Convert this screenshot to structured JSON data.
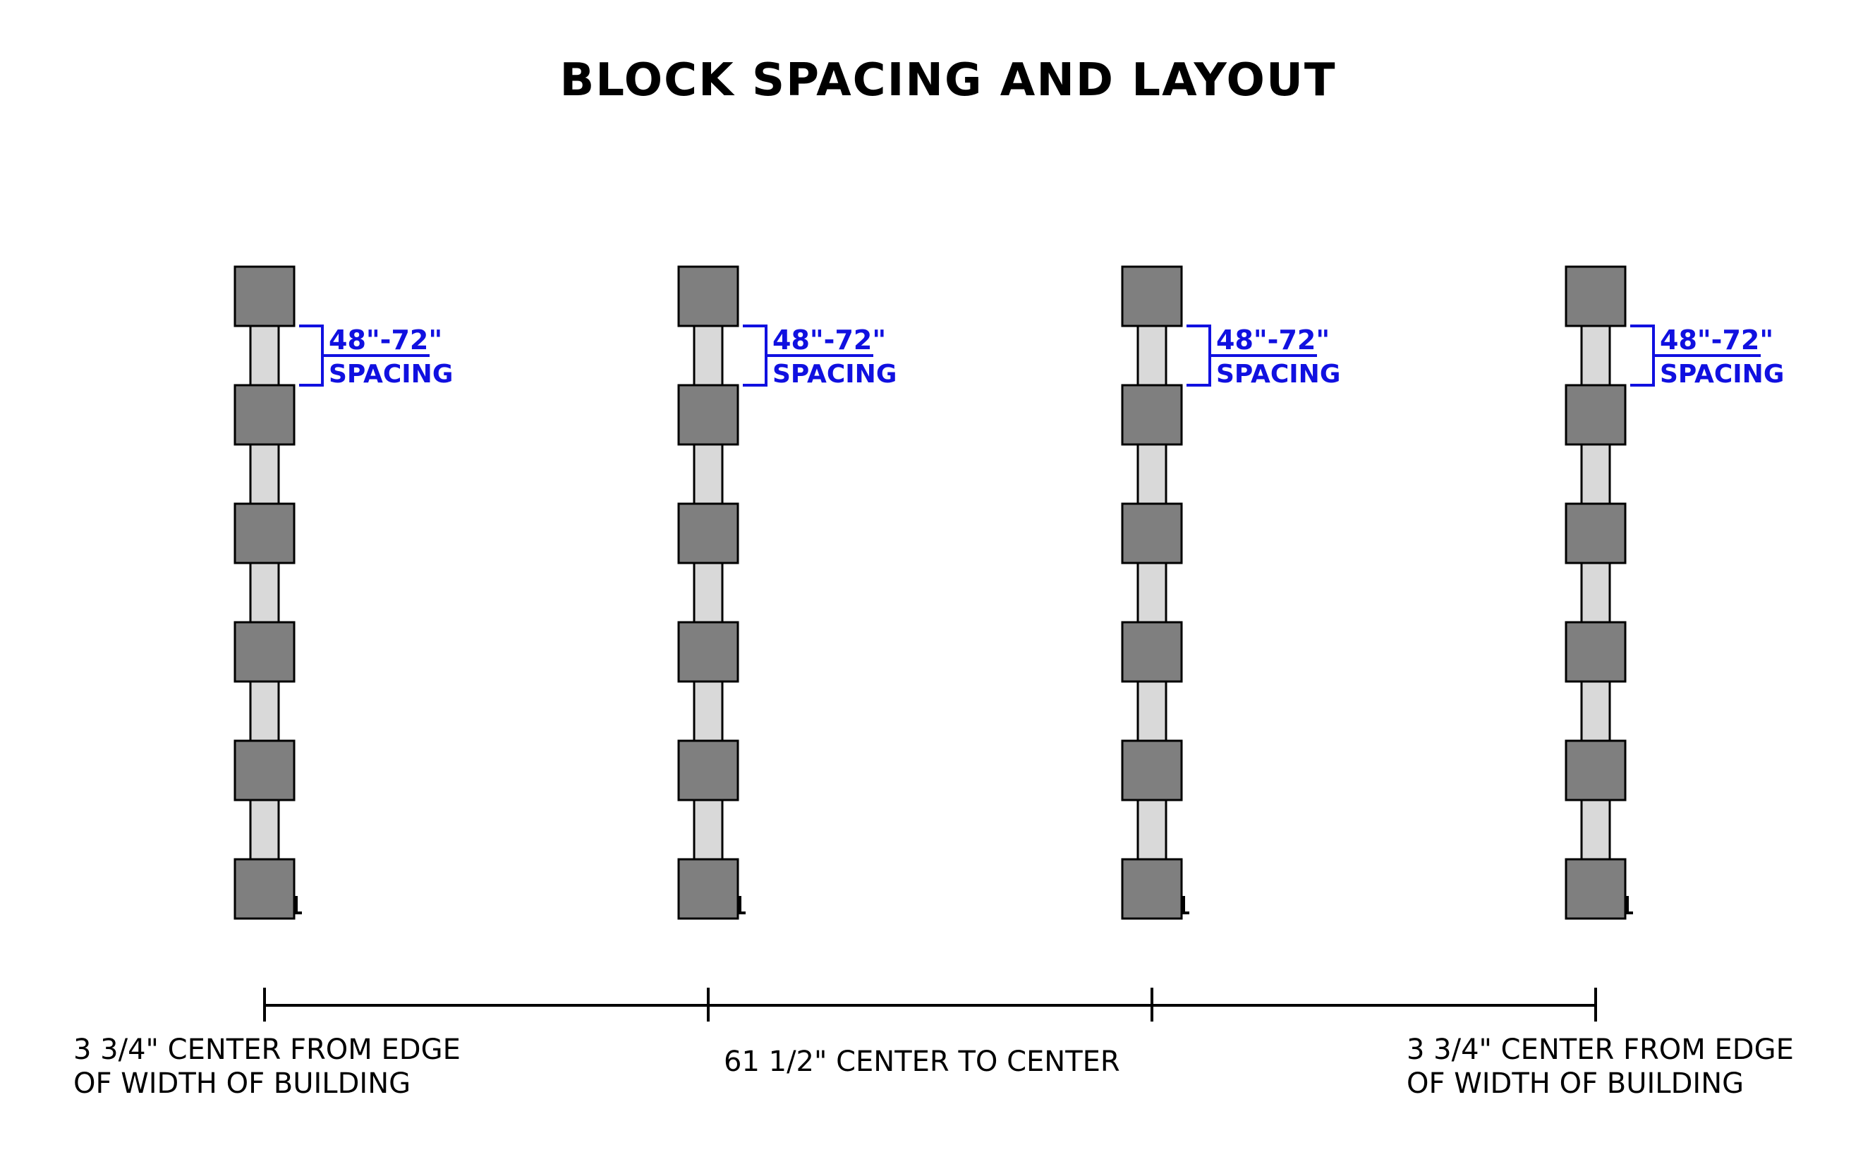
{
  "title": "BLOCK SPACING AND LAYOUT",
  "spacing_label": {
    "range": "48\"-72\"",
    "word": "SPACING"
  },
  "rows": 4,
  "blocks_per_row": 6,
  "colors": {
    "block": "#7f7f7f",
    "connector": "#d9d9d9",
    "outline": "#000000",
    "accent": "#1010e0"
  },
  "dimensions": {
    "left_note": [
      "3 3/4\" CENTER FROM EDGE",
      "OF WIDTH OF BUILDING"
    ],
    "center_note": "61 1/2\" CENTER TO CENTER",
    "right_note": [
      "3 3/4\" CENTER FROM EDGE",
      "OF WIDTH OF BUILDING"
    ]
  }
}
